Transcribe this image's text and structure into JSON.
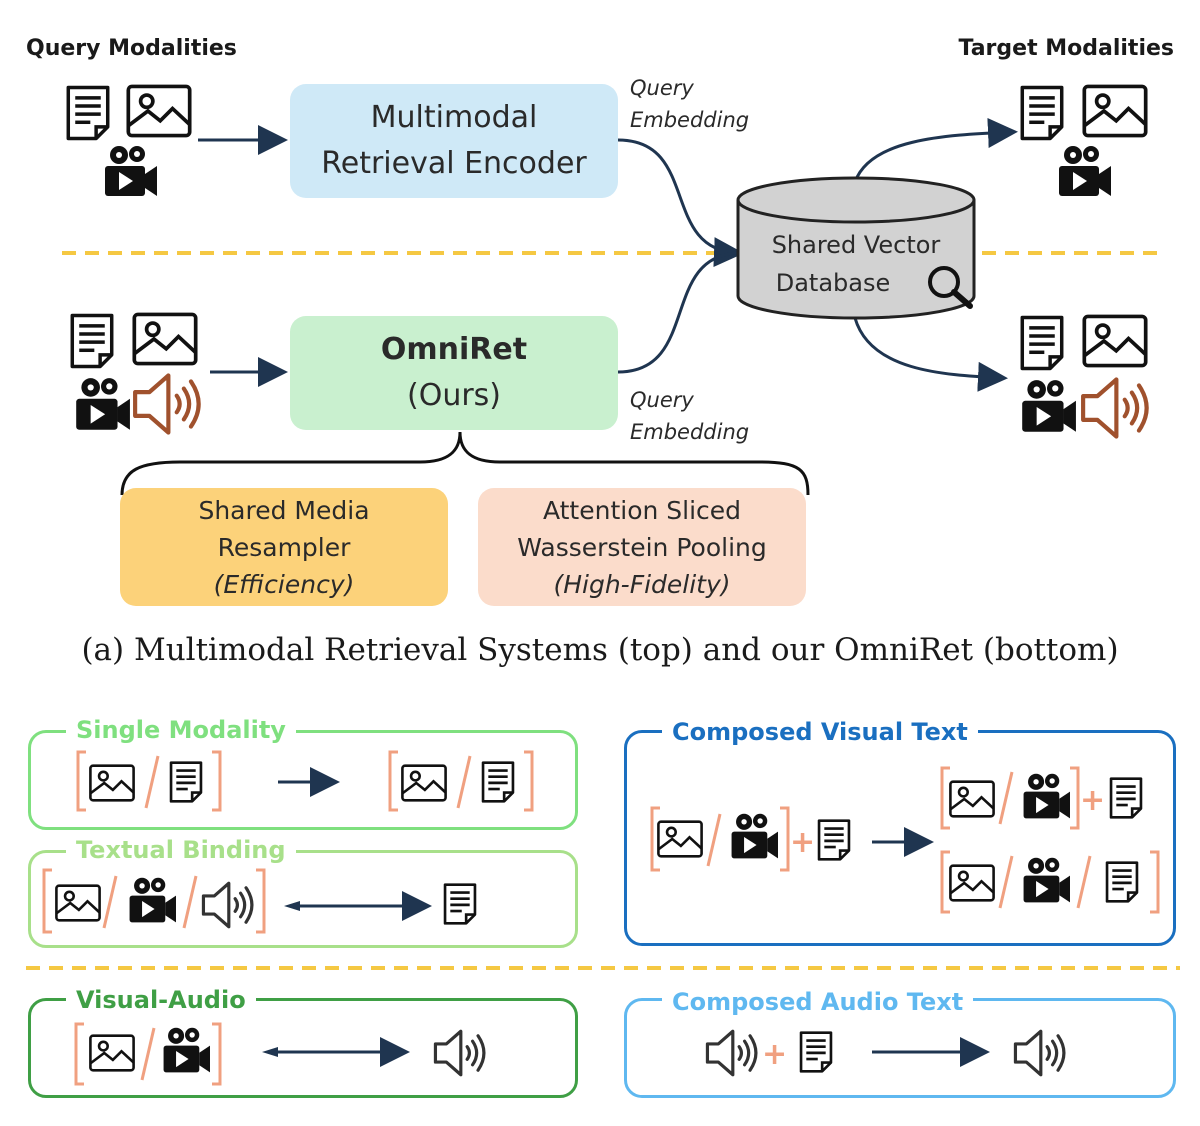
{
  "top": {
    "query_modalities": "Query Modalities",
    "target_modalities": "Target Modalities",
    "encoder_line1": "Multimodal",
    "encoder_line2": "Retrieval Encoder",
    "query_embedding_1a": "Query",
    "query_embedding_1b": "Embedding",
    "query_embedding_2a": "Query",
    "query_embedding_2b": "Embedding",
    "db_line1": "Shared Vector",
    "db_line2": "Database",
    "omniret_title": "OmniRet",
    "omniret_sub": "(Ours)",
    "resampler_line1": "Shared Media",
    "resampler_line2": "Resampler",
    "resampler_line3": "(Efficiency)",
    "pooling_line1": "Attention Sliced",
    "pooling_line2": "Wasserstein Pooling",
    "pooling_line3": "(High-Fidelity)",
    "caption": "(a) Multimodal Retrieval Systems (top) and our OmniRet (bottom)"
  },
  "bottom": {
    "single_modality": "Single Modality",
    "textual_binding": "Textual Binding",
    "composed_visual_text": "Composed Visual Text",
    "visual_audio": "Visual-Audio",
    "composed_audio_text": "Composed Audio Text"
  },
  "colors": {
    "single": "#7fe07f",
    "textual": "#a8e08a",
    "visual_audio": "#3f9f45",
    "composed_visual": "#1a6fc0",
    "composed_audio": "#5fb8f0",
    "bracket": "#f0a080",
    "dashed": "#f5c842",
    "arrow": "#1f3550",
    "speaker": "#a0512d"
  },
  "icons": [
    "document-icon",
    "image-icon",
    "video-camera-icon",
    "speaker-icon",
    "magnifier-icon"
  ]
}
